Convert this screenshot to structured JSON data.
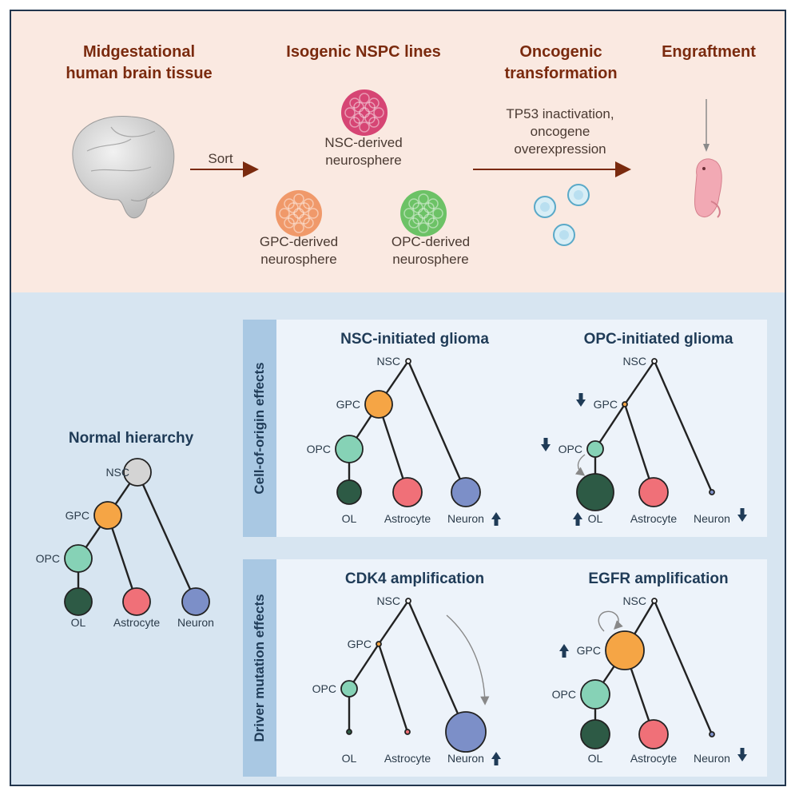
{
  "top": {
    "step1_title": "Midgestational\nhuman brain tissue",
    "step2_title": "Isogenic NSPC lines",
    "step3_title": "Oncogenic\ntransformation",
    "step4_title": "Engraftment",
    "sort_label": "Sort",
    "transformation_desc": "TP53 inactivation,\noncogene\noverexpression",
    "nsc_sphere": "NSC-derived\nneurosphere",
    "gpc_sphere": "GPC-derived\nneurosphere",
    "opc_sphere": "OPC-derived\nneurosphere"
  },
  "bottom": {
    "normal_title": "Normal hierarchy",
    "band1": "Cell-of-origin effects",
    "band2": "Driver mutation effects",
    "nsc_glioma_title": "NSC-initiated glioma",
    "opc_glioma_title": "OPC-initiated glioma",
    "cdk4_title": "CDK4 amplification",
    "egfr_title": "EGFR amplification",
    "labels": {
      "nsc": "NSC",
      "gpc": "GPC",
      "opc": "OPC",
      "ol": "OL",
      "astrocyte": "Astrocyte",
      "neuron": "Neuron"
    }
  },
  "colors": {
    "nsc": "#d4d4d4",
    "gpc": "#f5a545",
    "opc": "#86d2b6",
    "ol": "#2d5a45",
    "astrocyte": "#f07078",
    "neuron": "#7c8fc8",
    "arrow": "#1f3b57",
    "brown_arrow": "#7a2a0e",
    "nsc_sphere": "#d64574",
    "gpc_sphere": "#f0996a",
    "opc_sphere": "#6cc266"
  },
  "trees": {
    "normal": {
      "nsc": 17,
      "gpc": 17,
      "opc": 17,
      "ol": 17,
      "astro": 17,
      "neuron": 17
    },
    "nsc_initiated": {
      "nsc": 3,
      "gpc": 17,
      "opc": 17,
      "ol": 15,
      "astro": 18,
      "neuron": 18,
      "up": [
        "neuron"
      ],
      "down": []
    },
    "opc_initiated": {
      "nsc": 3,
      "gpc": 3,
      "opc": 10,
      "ol": 23,
      "astro": 18,
      "neuron": 3,
      "up": [
        "ol"
      ],
      "down": [
        "gpc",
        "opc",
        "neuron"
      ]
    },
    "cdk4": {
      "nsc": 3,
      "gpc": 3,
      "opc": 10,
      "ol": 3,
      "astro": 3,
      "neuron": 25,
      "up": [
        "neuron"
      ],
      "down": []
    },
    "egfr": {
      "nsc": 3,
      "gpc": 24,
      "opc": 18,
      "ol": 18,
      "astro": 18,
      "neuron": 3,
      "up": [
        "gpc"
      ],
      "down": [
        "neuron"
      ]
    }
  }
}
